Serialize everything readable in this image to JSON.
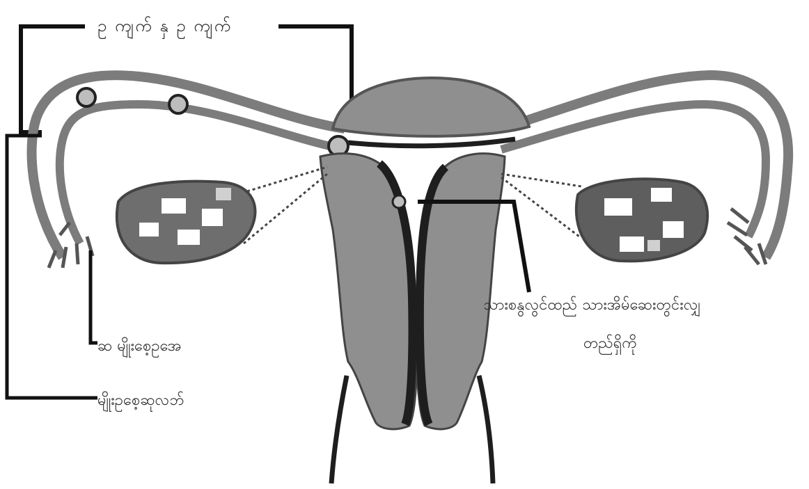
{
  "labels": {
    "top": "ဥ ကျက် နှ ဥ ကျက်",
    "ovum": "ဆ မျိုးစေ့ဥအေ",
    "fimbriae": "မျိုးဥစေ့ဆုလဘ်",
    "right_line1": "သားစနွလွင်ထည် သားအိမ်ဆေးတွင်းလျှ",
    "right_line2": "တည်ရှိကို"
  },
  "colors": {
    "tissue": "#8f8f8f",
    "tissue_dark": "#5a5a5a",
    "outline": "#1e1e1e",
    "line": "#111111",
    "background": "#ffffff"
  }
}
